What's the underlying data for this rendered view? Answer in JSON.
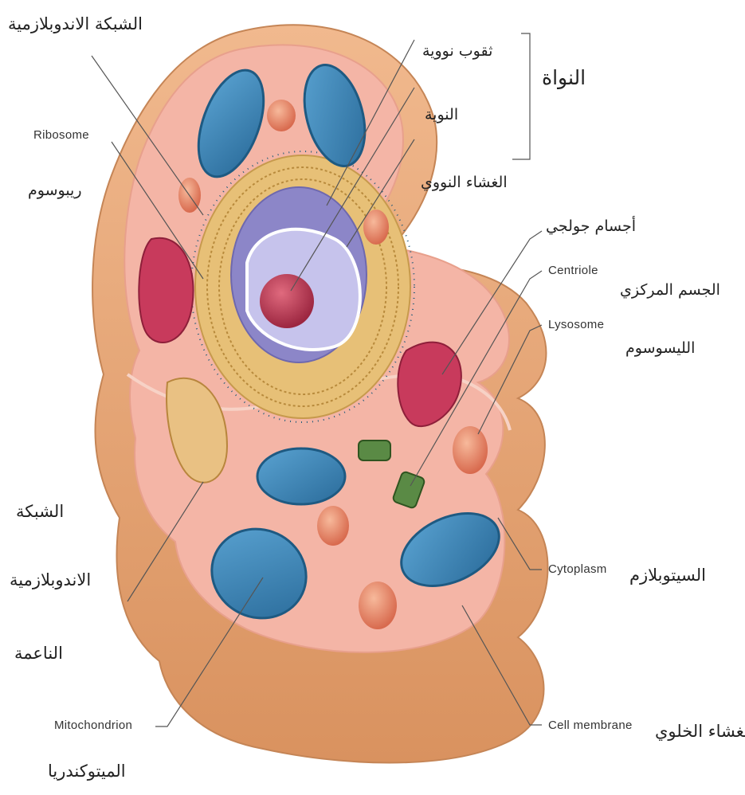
{
  "labels": {
    "er_rough_ar": "الشبكة الاندوبلازمية",
    "nucleolus_ar": "ثقوب نووية",
    "nucleus_group_ar": "النواة",
    "nucleolus2_ar": "النوية",
    "nuclear_envelope_ar": "الغشاء النووي",
    "ribosome_en": "Ribosome",
    "ribosome_ar": "ريبوسوم",
    "golgi_ar": "أجسام جولجي",
    "centriole_en": "Centriole",
    "centriole_ar": "الجسم المركزي",
    "lysosome_en": "Lysosome",
    "lysosome_ar": "الليسوسوم",
    "smooth_er_ar_1": "الشبكة",
    "smooth_er_ar_2": "الاندوبلازمية",
    "smooth_er_ar_3": "الناعمة",
    "cytoplasm_en": "Cytoplasm",
    "cytoplasm_ar": "السيتوبلازم",
    "mitochondrion_en": "Mitochondrion",
    "mitochondrion_ar": "الميتوكندريا",
    "cell_membrane_en": "Cell membrane",
    "cell_membrane_ar": "الغشاء الخلوي"
  },
  "colors": {
    "cell_outer": "#e6a77b",
    "cell_inner": "#f2b7a6",
    "cytoplasm": "#f5c2b4",
    "mitochondria": "#3f86b8",
    "nucleus": "#8e87c9",
    "nucleolus": "#c8475c",
    "golgi": "#c83a5c",
    "er": "#e8c37a",
    "lysosome": "#e88a6e",
    "centriole": "#4d7a3a"
  }
}
